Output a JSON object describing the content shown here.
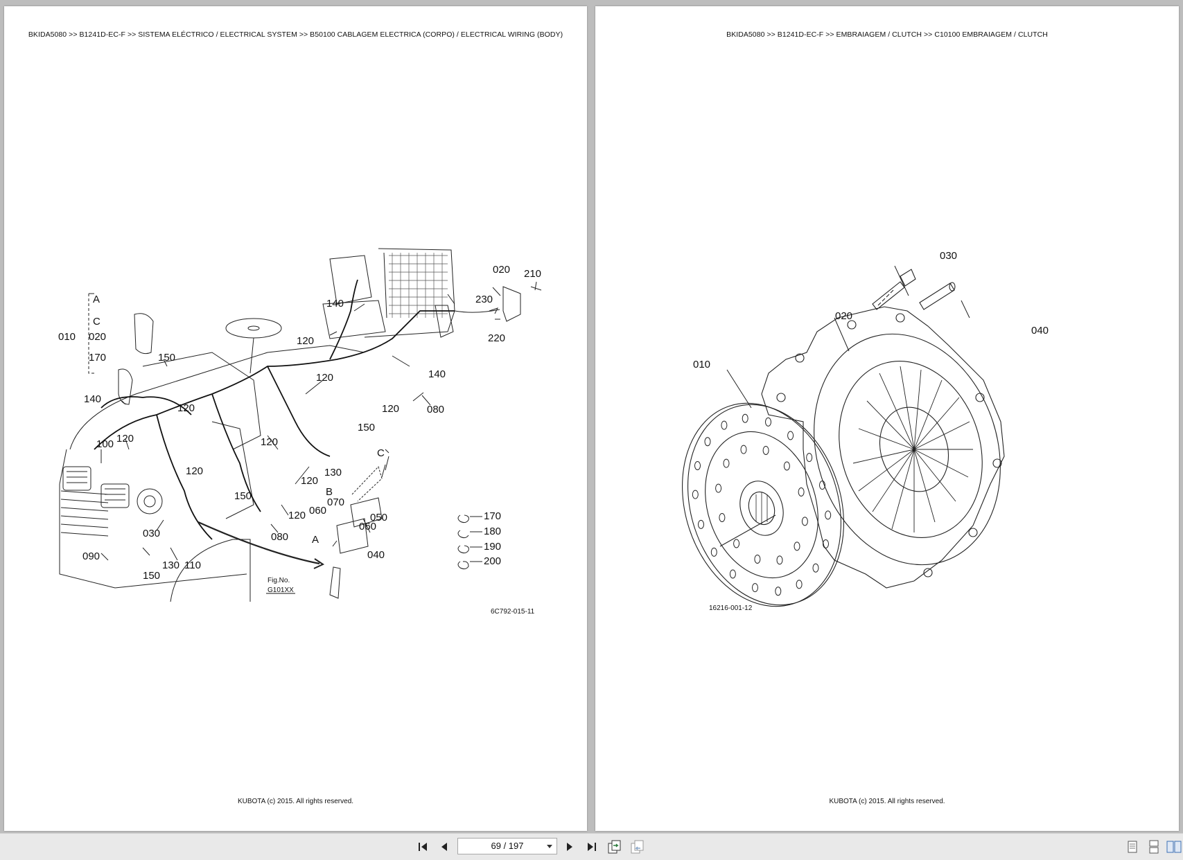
{
  "left_page": {
    "breadcrumb": "BKIDA5080 >> B1241D-EC-F >> SISTEMA ELÉCTRICO / ELECTRICAL SYSTEM >> B50100   CABLAGEM ELECTRICA (CORPO) / ELECTRICAL WIRING (BODY)",
    "copyright": "KUBOTA (c) 2015. All rights reserved.",
    "figure_code": "6C792-015-11",
    "fig_no_label": "Fig.No.",
    "fig_no_value": "G101XX",
    "callouts": [
      "010",
      "020",
      "170",
      "A",
      "C",
      "140",
      "150",
      "120",
      "100",
      "030",
      "090",
      "110",
      "130",
      "080",
      "060",
      "070",
      "050",
      "040",
      "B",
      "210",
      "230",
      "220",
      "180",
      "190",
      "200"
    ]
  },
  "right_page": {
    "breadcrumb": "BKIDA5080 >> B1241D-EC-F >> EMBRAIAGEM / CLUTCH >> C10100   EMBRAIAGEM / CLUTCH",
    "copyright": "KUBOTA (c) 2015. All rights reserved.",
    "figure_code": "16216-001-12",
    "callouts": [
      "010",
      "020",
      "030",
      "040"
    ]
  },
  "toolbar": {
    "page_indicator": "69 / 197",
    "icons": [
      "first-page-icon",
      "previous-page-icon",
      "next-page-icon",
      "last-page-icon",
      "go-back-view-icon",
      "go-forward-view-icon",
      "single-page-view-icon",
      "continuous-view-icon",
      "two-page-view-icon"
    ]
  }
}
